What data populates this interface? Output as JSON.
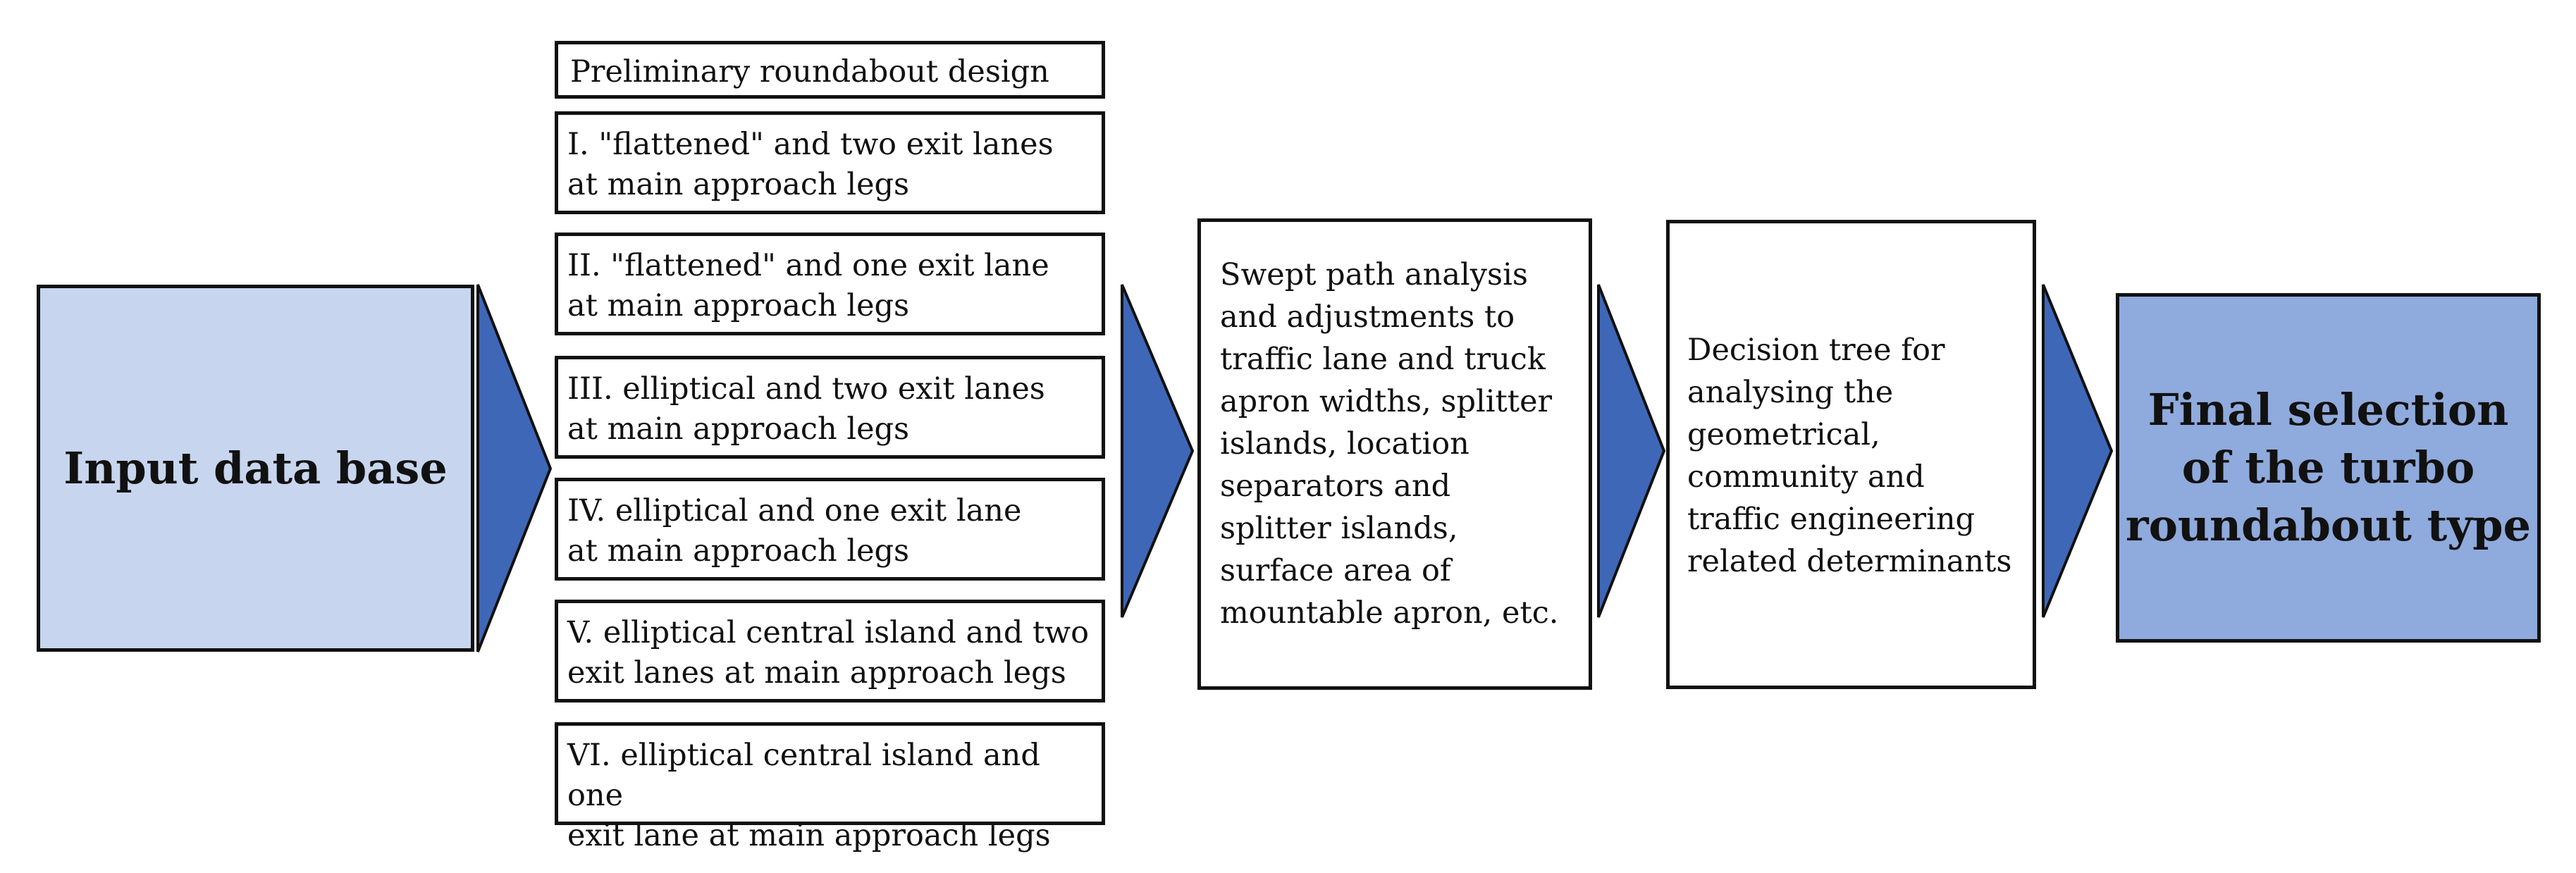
{
  "flowchart": {
    "input_box": {
      "label": "Input data base"
    },
    "design_group": {
      "header": "Preliminary roundabout design",
      "options": [
        {
          "label": "I. \"flattened\" and two exit lanes\n at main approach legs"
        },
        {
          "label": "II. \"flattened\" and one exit lane\n at main approach legs"
        },
        {
          "label": "III. elliptical and two exit lanes\n at main approach legs"
        },
        {
          "label": "IV. elliptical and one exit lane\n at main approach legs"
        },
        {
          "label": "V. elliptical central island and two\n exit lanes at main approach legs"
        },
        {
          "label": "VI. elliptical central island and one\n exit lane at main approach legs"
        }
      ]
    },
    "swept_path_box": {
      "label": "Swept path analysis\nand adjustments to\ntraffic lane and truck\napron widths, splitter\nislands, location\nseparators and\nsplitter islands,\nsurface area of\nmountable apron, etc."
    },
    "decision_tree_box": {
      "label": "Decision tree for\nanalysing the\ngeometrical,\ncommunity and\ntraffic engineering\nrelated determinants"
    },
    "final_box": {
      "label": "Final selection\nof the turbo\nroundabout type"
    }
  },
  "colors": {
    "input_fill": "#c7d6ee",
    "final_fill": "#8faadc",
    "arrow_fill": "#3f67b8",
    "border": "#111111"
  }
}
